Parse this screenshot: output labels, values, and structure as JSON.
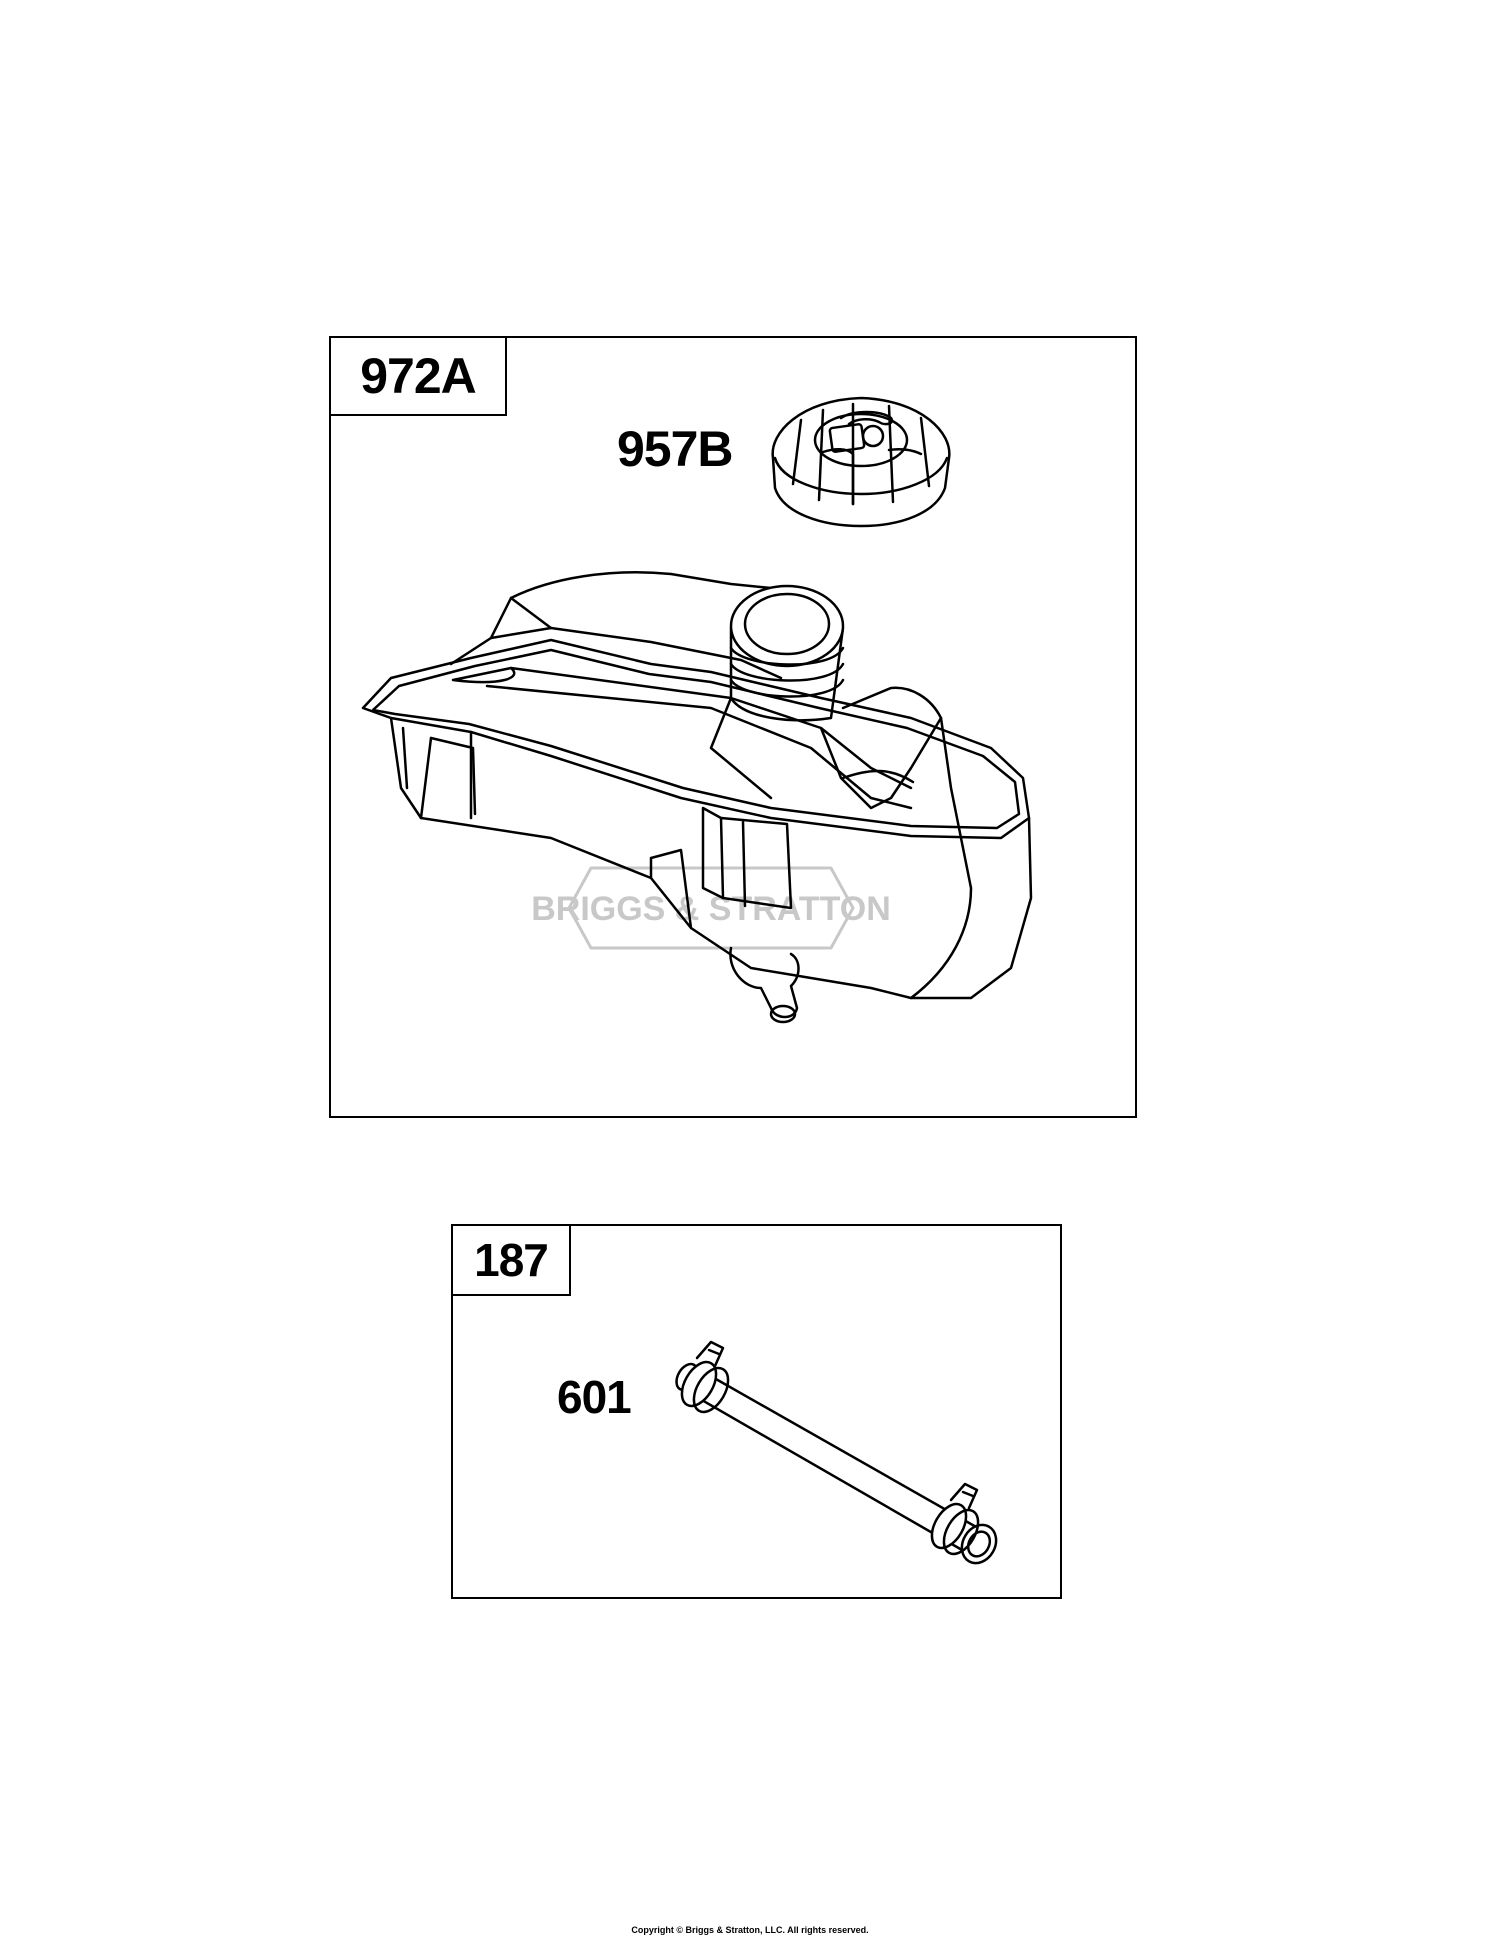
{
  "kits": [
    {
      "kit_number": "972A",
      "parts": [
        {
          "part_number": "957B",
          "icon": "fuel-cap-icon"
        },
        {
          "icon": "fuel-tank-icon"
        }
      ]
    },
    {
      "kit_number": "187",
      "parts": [
        {
          "part_number": "601",
          "icon": "fuel-line-with-clamps-icon"
        }
      ]
    }
  ],
  "watermark": {
    "text": "BRIGGS & STRATTON"
  },
  "footer": {
    "copyright": "Copyright © Briggs & Stratton, LLC. All rights reserved."
  },
  "colors": {
    "line": "#000000",
    "background": "#ffffff",
    "watermark": "#c8c8c8"
  }
}
